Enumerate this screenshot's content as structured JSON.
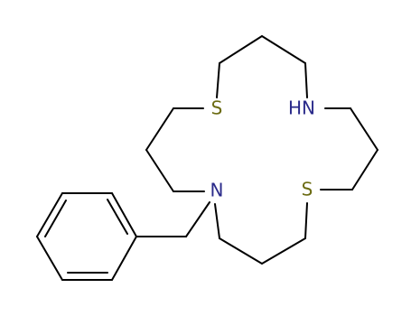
{
  "molecule": {
    "atoms": {
      "s_left": {
        "label": "S",
        "color": "#6b6b12"
      },
      "nh_right": {
        "label": "HN",
        "color": "#2a2a8a"
      },
      "n_bottom": {
        "label": "N",
        "color": "#2a2a8a"
      },
      "s_right": {
        "label": "S",
        "color": "#6b6b12"
      }
    },
    "bond_color": "#000000"
  }
}
